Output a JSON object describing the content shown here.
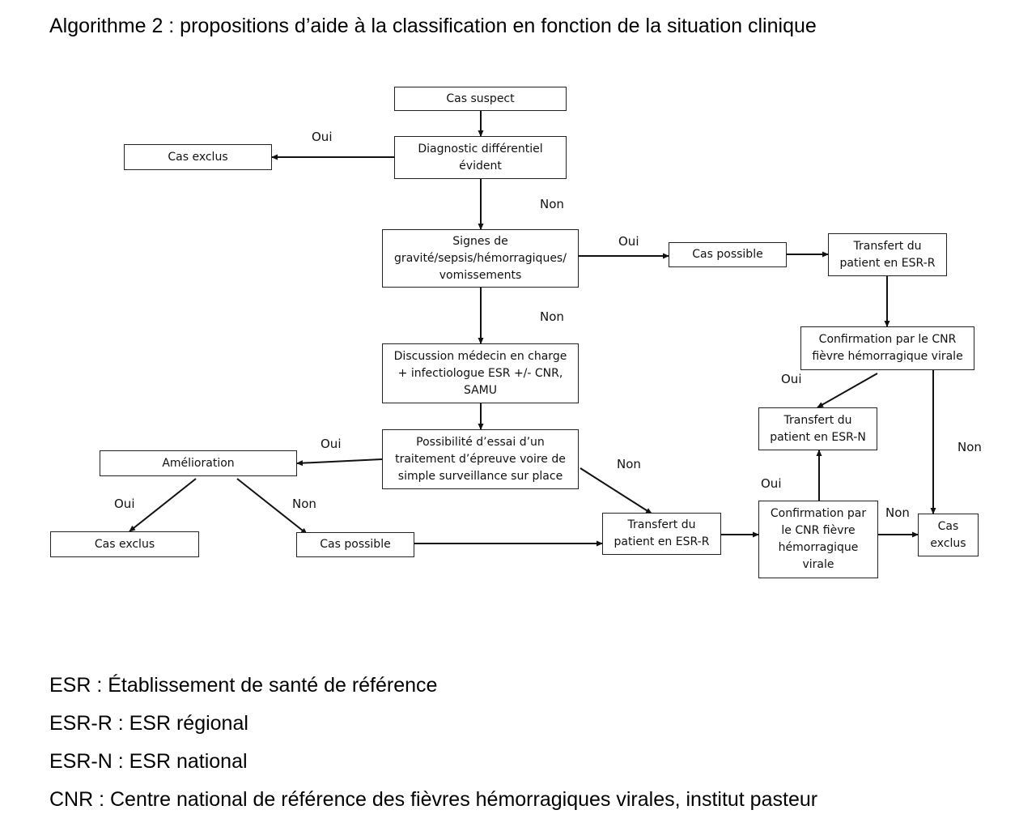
{
  "title": "Algorithme 2 : propositions d’aide à la classification en fonction de la situation clinique",
  "nodes": {
    "cas_suspect": "Cas suspect",
    "diag_diff": "Diagnostic différentiel\névident",
    "cas_exclus_1": "Cas exclus",
    "signes": "Signes de\ngravité/sepsis/hémorragiques/\nvomissements",
    "cas_possible_1": "Cas possible",
    "transfert_r_1": "Transfert du\npatient en ESR-R",
    "discussion": "Discussion médecin en charge\n+ infectiologue ESR +/- CNR,\nSAMU",
    "confirmation_1": "Confirmation par le CNR\nfièvre hémorragique virale",
    "transfert_n": "Transfert du\npatient en ESR-N",
    "possibilite": "Possibilité d’essai d’un\ntraitement d’épreuve voire de\nsimple surveillance sur place",
    "amelioration": "Amélioration",
    "cas_exclus_2": "Cas exclus",
    "cas_possible_2": "Cas possible",
    "transfert_r_2": "Transfert du\npatient en ESR-R",
    "confirmation_2": "Confirmation par\nle CNR fièvre\nhémorragique\nvirale",
    "cas_exclus_3": "Cas\nexclus"
  },
  "edge_labels": {
    "oui_1": "Oui",
    "non_1": "Non",
    "oui_2": "Oui",
    "non_2": "Non",
    "oui_3": "Oui",
    "non_3": "Non",
    "oui_4": "Oui",
    "non_4": "Non",
    "oui_5": "Oui",
    "non_5": "Non",
    "oui_6": "Oui",
    "non_6": "Non"
  },
  "legend": {
    "esr": "ESR : Établissement de santé de référence",
    "esr_r": "ESR-R : ESR régional",
    "esr_n": "ESR-N : ESR national",
    "cnr": "CNR : Centre national de référence des fièvres hémorragiques virales, institut pasteur"
  }
}
